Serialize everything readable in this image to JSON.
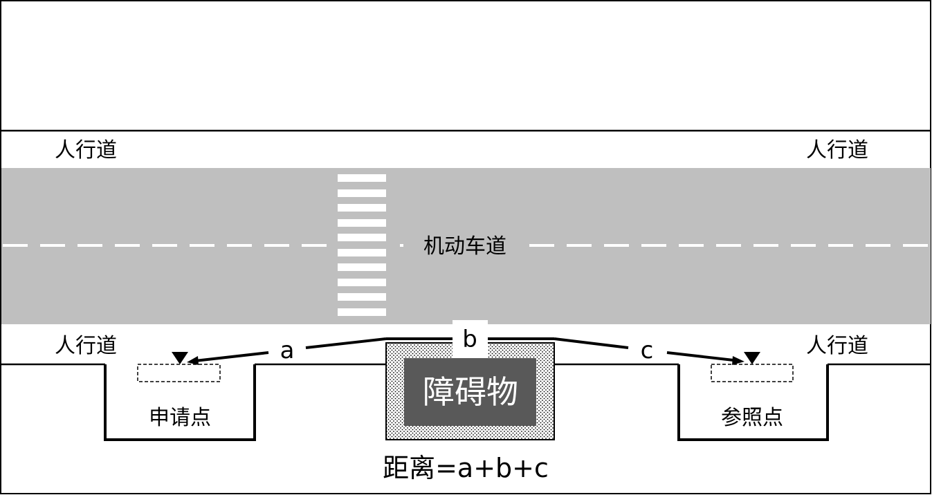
{
  "labels": {
    "sidewalk_top_left": "人行道",
    "sidewalk_top_right": "人行道",
    "sidewalk_bottom_left": "人行道",
    "sidewalk_bottom_right": "人行道",
    "roadway": "机动车道",
    "obstacle": "障碍物",
    "apply_point": "申请点",
    "reference_point": "参照点",
    "segment_a": "a",
    "segment_b": "b",
    "segment_c": "c",
    "formula": "距离=a+b+c"
  },
  "colors": {
    "road": "#bfbfbf",
    "obstacle_fill": "#595959",
    "lane_marking": "#ffffff",
    "line": "#000000"
  }
}
